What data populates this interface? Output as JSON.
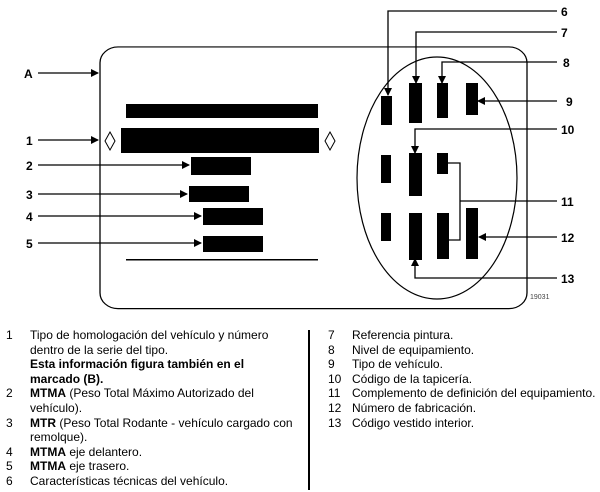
{
  "diagram": {
    "callouts": [
      "A",
      "1",
      "2",
      "3",
      "4",
      "5",
      "6",
      "7",
      "8",
      "9",
      "10",
      "11",
      "12",
      "13"
    ],
    "figure_id": "19031"
  },
  "legend": {
    "left": [
      {
        "num": "1",
        "text": "Tipo de homologación del vehículo y número dentro de la serie del tipo.",
        "bold_note": "Esta información figura también en el marcado (B)."
      },
      {
        "num": "2",
        "bold": "MTMA",
        "text": " (Peso Total Máximo Autorizado del vehículo)."
      },
      {
        "num": "3",
        "bold": "MTR",
        "text": " (Peso Total Rodante - vehículo cargado con remolque)."
      },
      {
        "num": "4",
        "bold": "MTMA",
        "text": " eje delantero."
      },
      {
        "num": "5",
        "bold": "MTMA",
        "text": " eje trasero."
      },
      {
        "num": "6",
        "text": "Características técnicas del vehículo."
      }
    ],
    "right": [
      {
        "num": "7",
        "text": "Referencia pintura."
      },
      {
        "num": "8",
        "text": "Nivel de equipamiento."
      },
      {
        "num": "9",
        "text": "Tipo de vehículo."
      },
      {
        "num": "10",
        "text": "Código de la tapicería."
      },
      {
        "num": "11",
        "text": "Complemento de definición del equipamiento."
      },
      {
        "num": "12",
        "text": "Número de fabricación."
      },
      {
        "num": "13",
        "text": "Código vestido interior."
      }
    ]
  }
}
